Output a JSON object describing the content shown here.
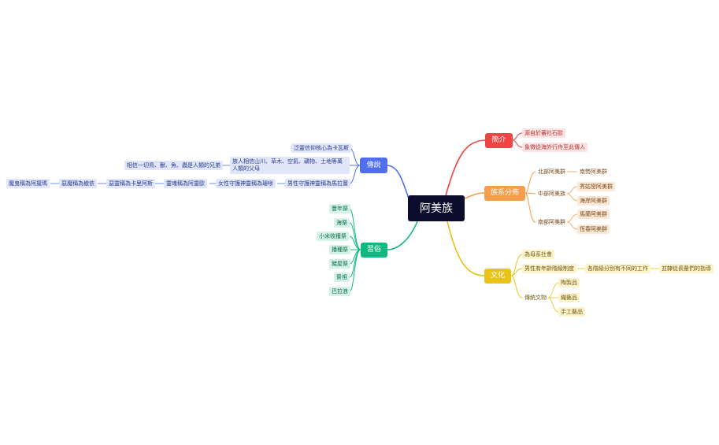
{
  "root": "阿美族",
  "colors": {
    "root": "#0c0c2c",
    "intro": "#ef4444",
    "groups": "#f59e4b",
    "culture": "#eac31a",
    "custom": "#10b981",
    "legend": "#4f6ff0",
    "intro_leaf_bg": "#fde2e2",
    "groups_leaf_bg": "#fde8d6",
    "culture_leaf_bg": "#fdf3cd",
    "custom_leaf_bg": "#d4f3e6",
    "legend_leaf_bg": "#e1e6fb"
  },
  "intro": {
    "label": "簡介",
    "items": [
      "源自於蕃社石歐",
      "象徵從海外行舟至此傳人"
    ]
  },
  "groups": {
    "label": "族系分佈",
    "north": "北部阿美群",
    "north_sub": "南勢阿美群",
    "central": "中部阿美族",
    "central_sub": [
      "秀姑巒阿美群",
      "海岸阿美群"
    ],
    "south": "南部阿美群",
    "south_sub": [
      "馬蘭阿美群",
      "恆春阿美群"
    ]
  },
  "culture": {
    "label": "文化",
    "matrilineal": "為母系社會",
    "age_system": "男性有年齡階級制度",
    "age_detail": "各階級分別有不同的工作",
    "age_detail2": "並隸從長輩們的指導",
    "crafts": "傳統文物",
    "craft_items": [
      "陶製品",
      "織藝品",
      "手工藝品"
    ]
  },
  "custom": {
    "label": "習俗",
    "items": [
      "豐年祭",
      "海祭",
      "小米收穫祭",
      "播種祭",
      "豬屋祭",
      "祭祖",
      "巴拉浪"
    ]
  },
  "legend": {
    "label": "傳說",
    "core": "泛靈信仰核心為卡瓦斯",
    "creation": "族人相信山川、草木、空氣、礦物、土地等萬人類的父母",
    "creation_sub": "相信一切鳥、獸、魚、蟲是人類的兄弟",
    "male_god": "男性守護神靈稱為馬拉薑",
    "female_god": "女性守護神靈稱為珊嗲",
    "g1": "靈魂稱為阿靈歐",
    "g2": "惡靈稱為卡里阿斯",
    "g3": "惡魔稱為撤依",
    "g4": "魔鬼稱為阿攏瑪"
  }
}
